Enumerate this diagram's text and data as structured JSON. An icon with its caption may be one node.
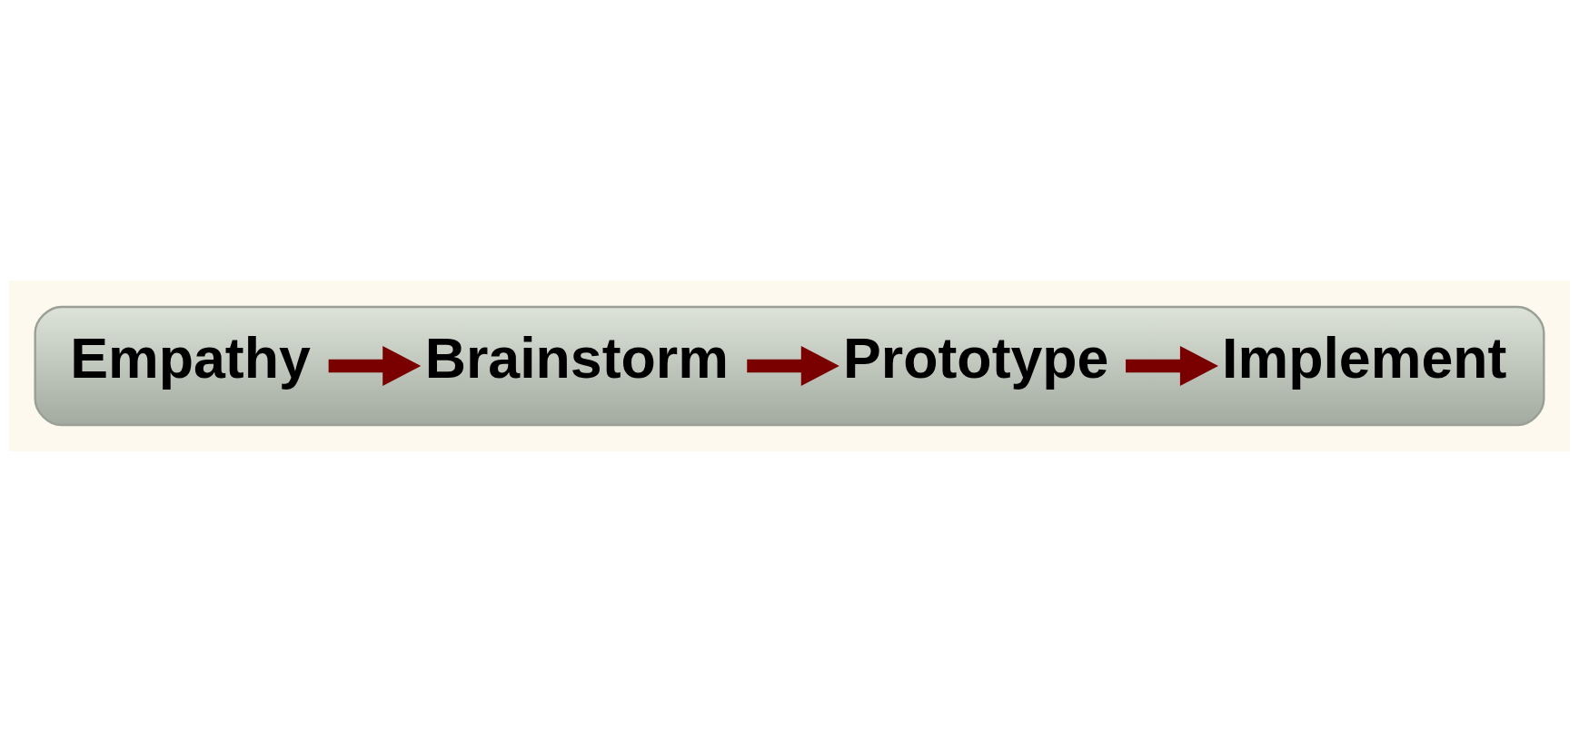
{
  "diagram": {
    "nodes": [
      {
        "text": [],
        "shape": "arrow"
      },
      {
        "text": [
          "Empathy"
        ],
        "in": 0
      },
      {
        "text": [
          "Brainstorm"
        ],
        "in": 0
      },
      {
        "text": [
          "Prototype"
        ],
        "in": 0
      },
      {
        "text": [
          "Implement"
        ],
        "in": 0
      }
    ],
    "edges": [
      {
        "from": 1,
        "to": 2,
        "arrow": "to"
      },
      {
        "from": 2,
        "to": 3,
        "arrow": "to"
      },
      {
        "from": 3,
        "to": 4,
        "arrow": "to"
      }
    ]
  }
}
